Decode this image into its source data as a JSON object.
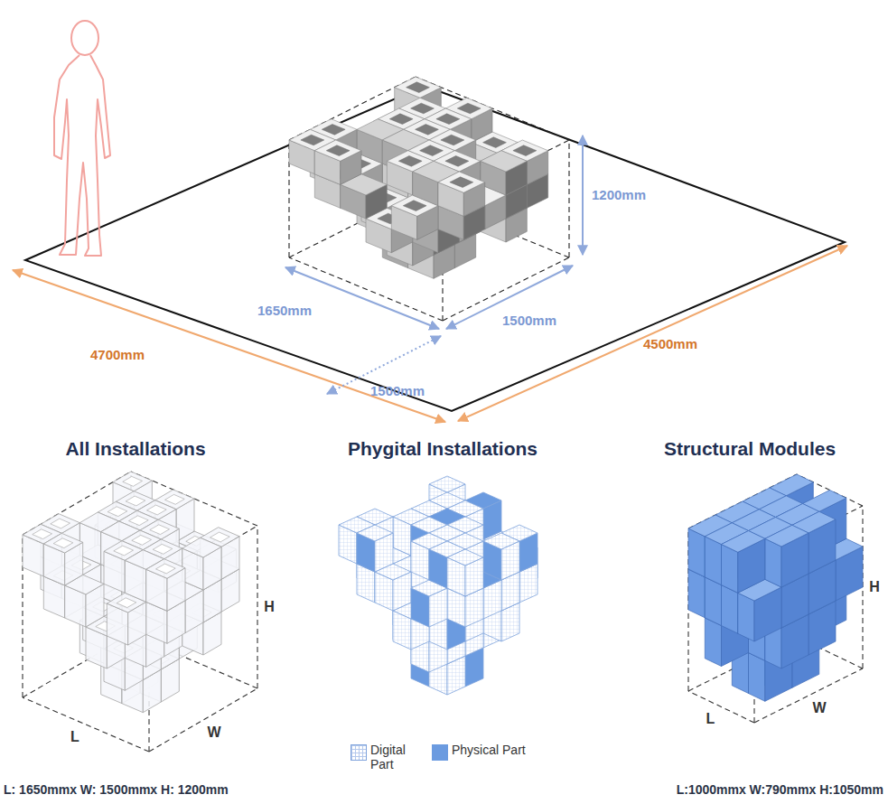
{
  "diagram": {
    "labels": [
      "1200mm",
      "1650mm",
      "1500mm",
      "1500mm",
      "4700mm",
      "4500mm",
      "All Installations",
      "Phygital Installations",
      "Structural Modules",
      "H",
      "L",
      "W",
      "H",
      "L",
      "W",
      "L: 1650mmx W: 1500mmx H: 1200mm",
      "L:1000mmx W:790mmx H:1050mm"
    ],
    "legend": [
      {
        "text": "Digital Part"
      },
      {
        "text": "Physical Part",
        "color": "#6b9be0"
      }
    ]
  }
}
